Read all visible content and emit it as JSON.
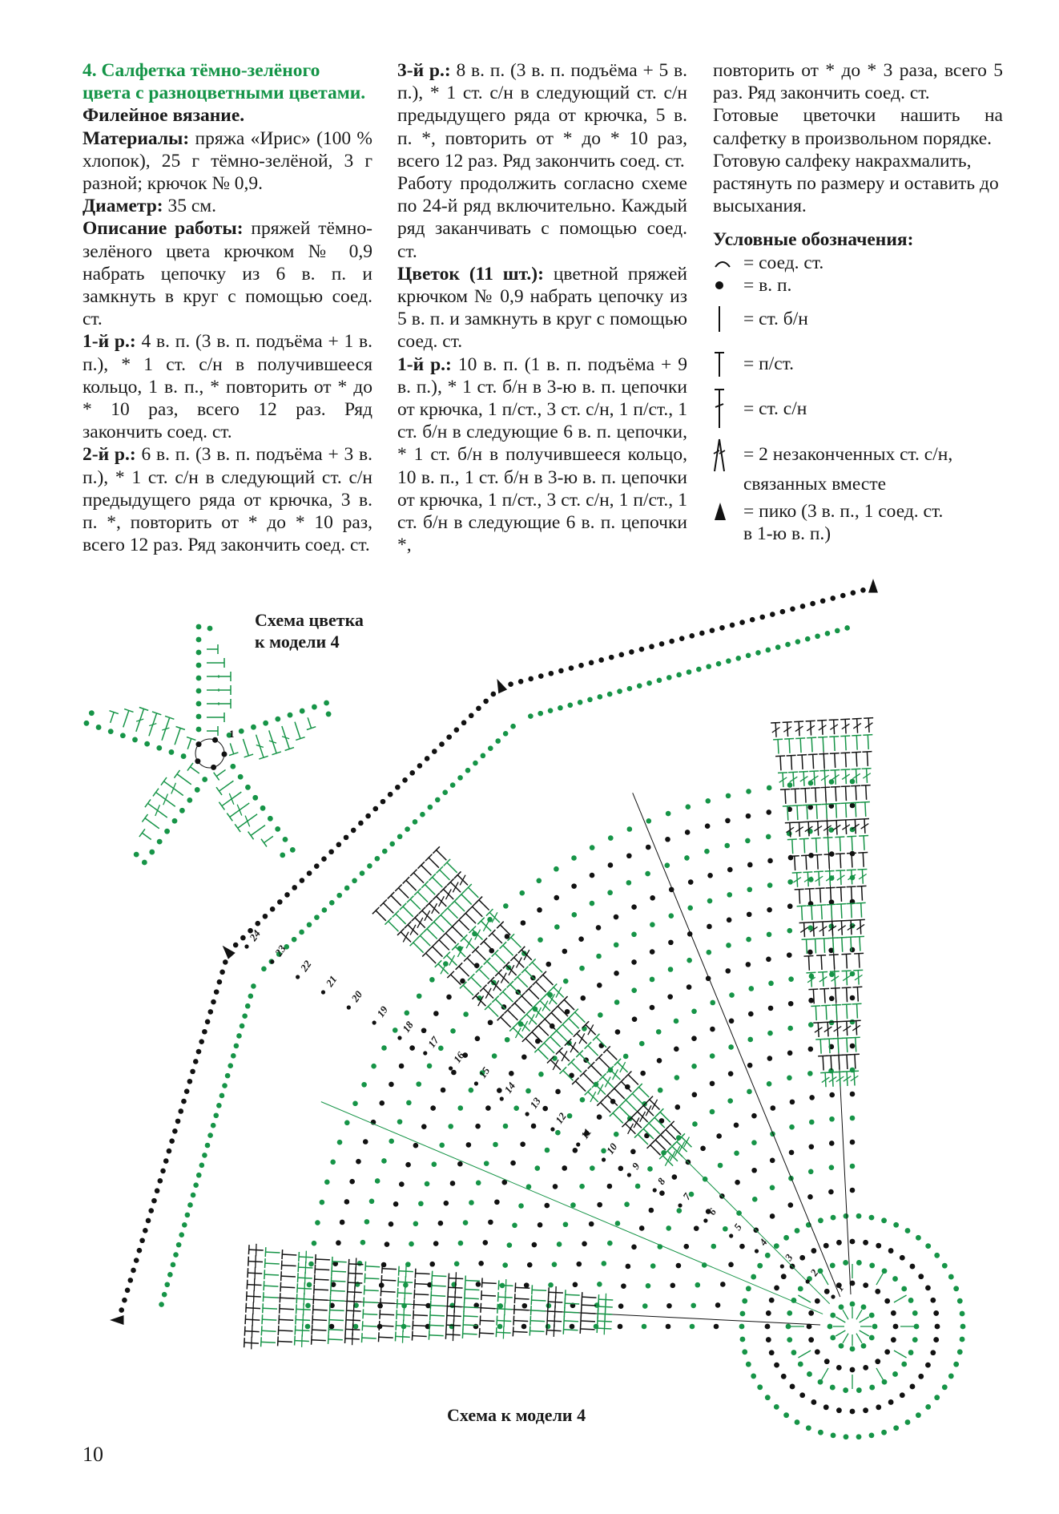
{
  "col1": {
    "title": "4. Салфетка тёмно-зелёного цвета с разноцветными цветами.",
    "subtitle": "Филейное вязание.",
    "materials_label": "Материалы:",
    "materials_text": " пряжа «Ирис» (100 % хлопок), 25 г тёмно-зелёной, 3 г разной; крючок № 0,9.",
    "diameter_label": "Диаметр:",
    "diameter_text": " 35 см.",
    "description_label": "Описание работы:",
    "description_text": " пряжей тёмно-зелёного цвета крючком № 0,9 набрать цепочку из 6 в. п. и замкнуть в круг с помощью соед. ст.",
    "r1_label": "1-й р.:",
    "r1_text": " 4 в. п. (3 в. п. подъёма + 1 в. п.), * 1 ст. с/н в получившееся кольцо, 1 в. п., * повторить от * до * 10 раз, всего 12 раз. Ряд закончить соед. ст.",
    "r2_label": "2-й р.:",
    "r2_text": " 6 в. п. (3 в. п. подъёма + 3 в. п.), * 1 ст. с/н в следующий ст. с/н предыдущего ряда от крючка, 3 в. п. *, повторить от * до * 10 раз, всего 12 раз. Ряд закончить соед. ст."
  },
  "col2": {
    "r3_label": "3-й р.:",
    "r3_text": " 8 в. п. (3 в. п. подъёма + 5 в. п.), * 1 ст. с/н в следующий ст. с/н предыдущего ряда от крючка, 5 в. п. *, повторить от * до * 10 раз, всего 12 раз. Ряд закончить соед. ст.",
    "continue_text": "Работу продолжить согласно схеме по 24-й ряд включительно. Каждый ряд заканчивать с помощью соед. ст.",
    "flower_label": "Цветок (11 шт.):",
    "flower_text": " цветной пряжей крючком № 0,9 набрать цепочку из 5 в. п. и замкнуть в круг с помощью соед. ст.",
    "f1_label": "1-й р.:",
    "f1_text": " 10 в. п. (1 в. п. подъёма + 9 в. п.), * 1 ст. б/н в 3-ю в. п. цепочки от крючка, 1 п/ст., 3 ст. с/н, 1 п/ст., 1 ст. б/н в следующие 6 в. п. цепочки, * 1 ст. б/н в получившееся кольцо, 10 в. п., 1 ст. б/н в 3-ю в. п. цепочки от крючка, 1 п/ст., 3 ст. с/н, 1 п/ст., 1 ст. б/н в следующие 6 в. п. цепочки *,"
  },
  "col3": {
    "cont_text": "повторить от * до * 3 раза, всего 5 раз. Ряд закончить соед. ст.",
    "sew_text": "Готовые цветочки нашить на салфетку в произвольном порядке.",
    "starch_text": "Готовую салфеку накрахмалить, растянуть по размеру и оставить до высыхания.",
    "legend_title": "Условные обозначения:",
    "legend": [
      {
        "text": "= соед. ст."
      },
      {
        "text": "= в. п."
      },
      {
        "text": "= ст. б/н"
      },
      {
        "text": "= п/ст."
      },
      {
        "text": "= ст. с/н"
      },
      {
        "text": "= 2 незаконченных ст. с/н,",
        "sub": "связанных вместе"
      },
      {
        "text": "= пико (3 в. п., 1 соед. ст.",
        "sub": "в 1-ю в. п.)"
      }
    ]
  },
  "flower_caption": {
    "line1": "Схема цветка",
    "line2": "к модели 4"
  },
  "flower_start_label": "1",
  "main_caption": "Схема к модели 4",
  "row_labels": [
    "1",
    "2",
    "3",
    "4",
    "5",
    "6",
    "7",
    "8",
    "9",
    "10",
    "11",
    "12",
    "13",
    "14",
    "15",
    "16",
    "17",
    "18",
    "19",
    "20",
    "21",
    "22",
    "23",
    "24"
  ],
  "page_number": "10",
  "colors": {
    "green": "#169447",
    "black": "#111111",
    "title_green": "#149447"
  }
}
